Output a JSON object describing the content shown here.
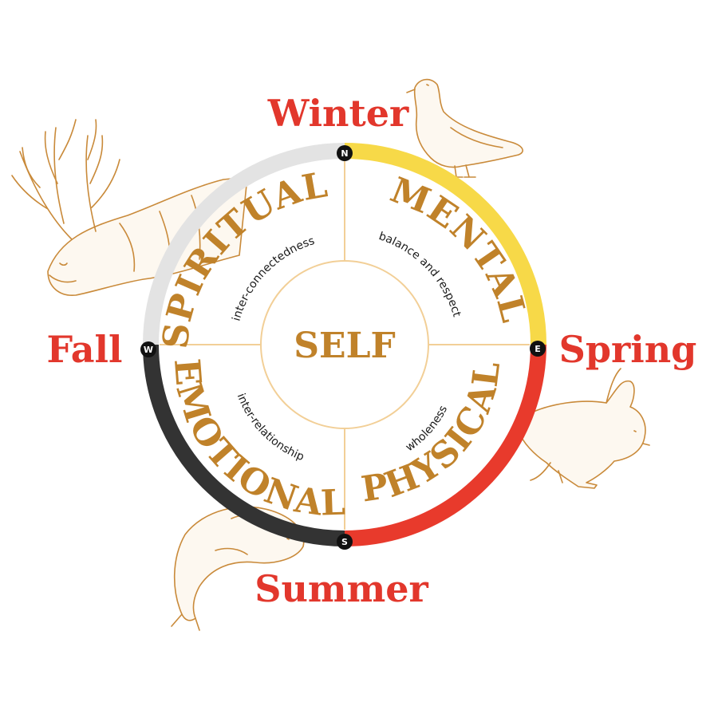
{
  "seasons": {
    "north": "Winter",
    "east": "Spring",
    "south": "Summer",
    "west": "Fall"
  },
  "directions": {
    "north": "N",
    "east": "E",
    "south": "S",
    "west": "W"
  },
  "quadrants": {
    "spiritual": {
      "label": "SPIRITUAL",
      "sub": "inter-connectedness"
    },
    "mental": {
      "label": "MENTAL",
      "sub": "balance and respect"
    },
    "physical": {
      "label": "PHYSICAL",
      "sub": "wholeness"
    },
    "emotional": {
      "label": "EMOTIONAL",
      "sub": "inter-relationship"
    }
  },
  "center": "SELF",
  "colors": {
    "north_east_arc": "#f7d948",
    "south_east_arc": "#e83a2c",
    "south_west_arc": "#333333",
    "north_west_arc": "#e3e3e3",
    "season_text": "#e2372c",
    "quadrant_text": "#c0822a",
    "divider": "#f2cf97"
  },
  "animals": [
    "caribou",
    "ptarmigan",
    "hare",
    "salmon"
  ]
}
